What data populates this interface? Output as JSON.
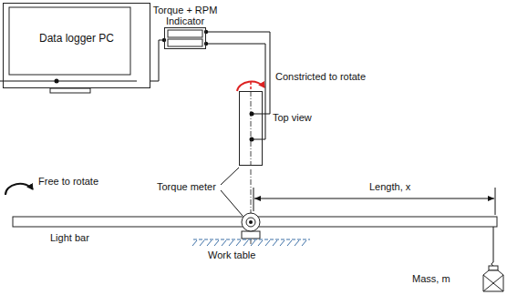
{
  "diagram": {
    "nodes": [
      {
        "text": [
          "Data logger PC"
        ]
      },
      {
        "text": [
          "Torque + RPM Indicator"
        ]
      },
      {
        "text": [
          "Top view"
        ]
      }
    ],
    "edges": [
      {
        "from": 0,
        "to": 1,
        "arrow": "none"
      },
      {
        "from": 1,
        "to": 2,
        "arrow": "none"
      },
      {
        "from": 1,
        "to": 2,
        "arrow": "none"
      }
    ],
    "labels": [
      "Constricted to rotate",
      "Torque meter",
      "Free to rotate",
      "Light bar",
      "Work table",
      "Length, x",
      "Mass, m"
    ]
  }
}
